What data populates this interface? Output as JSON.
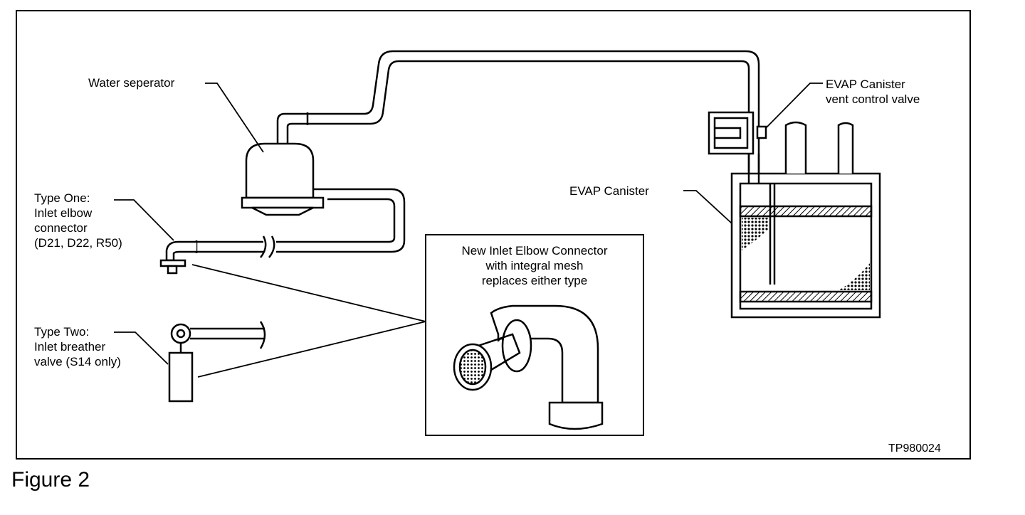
{
  "figure_label": "Figure 2",
  "code": "TP980024",
  "labels": {
    "water_separator": "Water seperator",
    "type_one": "Type One:\nInlet elbow\nconnector\n(D21, D22, R50)",
    "type_two": "Type Two:\nInlet breather\nvalve (S14 only)",
    "vent_valve": "EVAP Canister\nvent control valve",
    "canister": "EVAP Canister",
    "new_connector": "New Inlet Elbow Connector\nwith integral mesh\nreplaces either type"
  }
}
